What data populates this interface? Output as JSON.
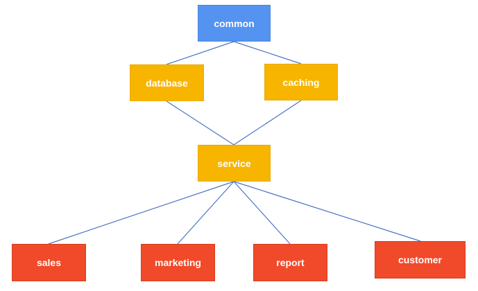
{
  "nodes": {
    "common": "common",
    "database": "database",
    "caching": "caching",
    "service": "service",
    "sales": "sales",
    "marketing": "marketing",
    "report": "report",
    "customer": "customer"
  },
  "edges": [
    [
      "common",
      "database"
    ],
    [
      "common",
      "caching"
    ],
    [
      "database",
      "service"
    ],
    [
      "caching",
      "service"
    ],
    [
      "service",
      "sales"
    ],
    [
      "service",
      "marketing"
    ],
    [
      "service",
      "report"
    ],
    [
      "service",
      "customer"
    ]
  ],
  "colors": {
    "top": "#5593f0",
    "middle": "#f7b500",
    "bottom": "#f04a2a",
    "edge": "#4a74c4"
  }
}
